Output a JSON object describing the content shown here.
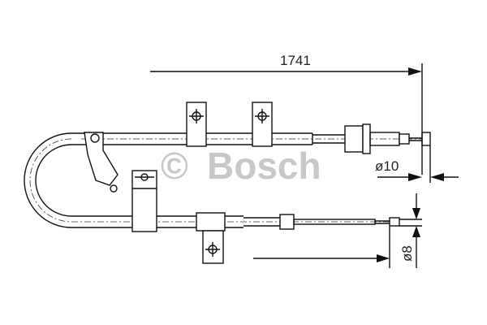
{
  "watermark": {
    "copyright": "©",
    "brand": "Bosch",
    "color": "#c8c8c8"
  },
  "dimensions": {
    "length": "1741",
    "diameter_end": "ø10",
    "diameter_cable": "ø8"
  }
}
